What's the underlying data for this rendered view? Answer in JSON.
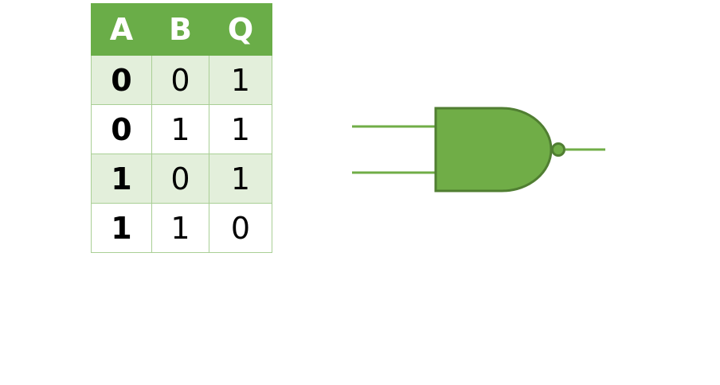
{
  "truth_table": {
    "headers": [
      "A",
      "B",
      "Q"
    ],
    "rows": [
      [
        "0",
        "0",
        "1"
      ],
      [
        "0",
        "1",
        "1"
      ],
      [
        "1",
        "0",
        "1"
      ],
      [
        "1",
        "1",
        "0"
      ]
    ]
  },
  "colors": {
    "header_fill": "#6aad48",
    "header_text": "#ffffff",
    "row_shade": "#e3efdb",
    "cell_border": "#a9cf95",
    "gate_fill": "#70ad47",
    "gate_stroke": "#507e32",
    "wire": "#70ad47"
  },
  "gate": {
    "type": "NAND"
  }
}
